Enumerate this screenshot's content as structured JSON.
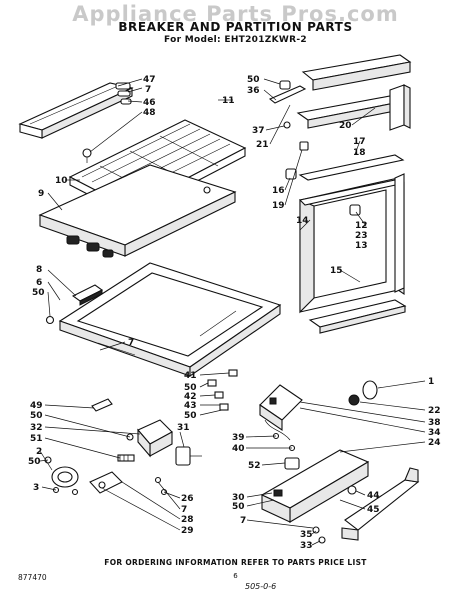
{
  "watermark": "Appliance Parts Pros.com",
  "header": {
    "title": "BREAKER AND PARTITION PARTS",
    "model_line": "For Model: EHT201ZKWR-2"
  },
  "callouts": {
    "c47": "47",
    "c7a": "7",
    "c46": "46",
    "c48": "48",
    "c10": "10",
    "c9": "9",
    "c50a": "50",
    "c36": "36",
    "c11": "11",
    "c37": "37",
    "c21": "21",
    "c20": "20",
    "c17": "17",
    "c18": "18",
    "c16": "16",
    "c19": "19",
    "c12": "12",
    "c23": "23",
    "c13": "13",
    "c14": "14",
    "c15": "15",
    "c8": "8",
    "c6": "6",
    "c50b": "50",
    "c7b": "7",
    "c41": "41",
    "c50c": "50",
    "c42": "42",
    "c43": "43",
    "c50d": "50",
    "c1": "1",
    "c22": "22",
    "c38": "38",
    "c34": "34",
    "c24": "24",
    "c49": "49",
    "c50e": "50",
    "c32": "32",
    "c51": "51",
    "c31": "31",
    "c39": "39",
    "c40": "40",
    "c2": "2",
    "c50f": "50",
    "c3": "3",
    "c52": "52",
    "c44": "44",
    "c45": "45",
    "c26": "26",
    "c7c": "7",
    "c28": "28",
    "c29": "29",
    "c30": "30",
    "c50g": "50",
    "c7d": "7",
    "c35": "35",
    "c33": "33"
  },
  "footer": {
    "note": "FOR ORDERING INFORMATION REFER TO PARTS PRICE LIST",
    "figure_id": "877470",
    "page": "6",
    "code": "505-0-6"
  }
}
